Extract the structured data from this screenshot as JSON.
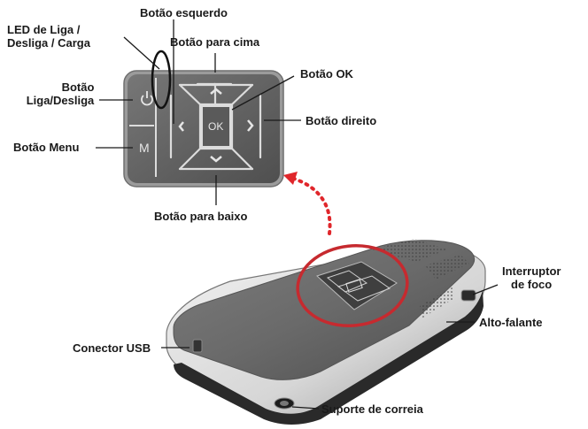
{
  "labels": {
    "btn_left": "Botão esquerdo",
    "led_line1": "LED de Liga /",
    "led_line2": "Desliga / Carga",
    "btn_up": "Botão para cima",
    "btn_power_line1": "Botão",
    "btn_power_line2": "Liga/Desliga",
    "btn_ok": "Botão OK",
    "btn_right": "Botão direito",
    "btn_menu": "Botão Menu",
    "btn_down": "Botão para baixo",
    "focus_line1": "Interruptor",
    "focus_line2": "de foco",
    "speaker": "Alto-falante",
    "usb": "Conector USB",
    "strap": "Suporte de correia"
  },
  "keypad": {
    "ok_text": "OK",
    "menu_text": "M",
    "power_symbol": "⏻"
  },
  "colors": {
    "panel": "#5c5c5c",
    "panel_edge": "#8a8a8a",
    "button_lines": "#dcdcdc",
    "highlight_circle": "#c62a2f",
    "dotted_arrow": "#e0262b"
  }
}
